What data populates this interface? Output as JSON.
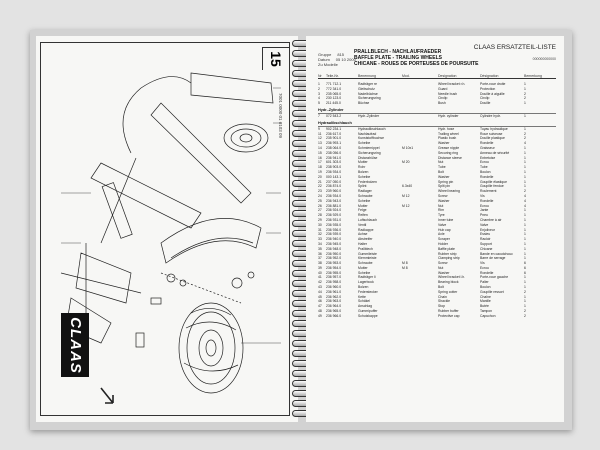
{
  "left_page": {
    "page_number": "15",
    "logo_text": "CLAAS",
    "drawing_code": "7001 0000 01 0103 09"
  },
  "right_page": {
    "title": "CLAAS ERSATZTEIL-LISTE",
    "meta": [
      {
        "label": "Gruppe",
        "value": "815"
      },
      {
        "label": "Datum",
        "value": "05 10 2000"
      },
      {
        "label": "Zu Modelle",
        "value": ""
      }
    ],
    "description": [
      "PRALLBLECH - NACHLAUFRAEDER",
      "BAFFLE PLATE - TRAILING WHEELS",
      "CHICANE - ROUES DE PORTEUSES DE POURSUITE"
    ],
    "corner_code": "000000000000",
    "columns": [
      "Nr",
      "Teile-Nr.",
      "Benennung",
      "Mod.",
      "Designation",
      "Désignation",
      "Bemerkung"
    ],
    "sections": [
      {
        "heading": "",
        "rows": [
          [
            "1",
            "771 712.1",
            "Radträger re",
            "",
            "Wheel bracket r.h.",
            "Porte-roue droite",
            "1"
          ],
          [
            "2",
            "772 341.0",
            "Gleitschutz",
            "",
            "Guard",
            "Protection",
            "1"
          ],
          [
            "3",
            "235 065.0",
            "Nadelbüchse",
            "",
            "Needle bush",
            "Douille à aiguille",
            "2"
          ],
          [
            "4",
            "230 123.0",
            "Sicherungsring",
            "",
            "Circlip",
            "Circlip",
            "2"
          ],
          [
            "5",
            "211 445.0",
            "Büchse",
            "",
            "Bush",
            "Douille",
            "1"
          ]
        ]
      },
      {
        "heading": "Hydr.-Zylinder",
        "rows": [
          [
            "7",
            "072 543.2",
            "Hydr.-Zylinder",
            "",
            "Hydr. cylinder",
            "Cylindre hydr.",
            "1"
          ]
        ]
      },
      {
        "heading": "Hydraulikschlauch",
        "rows": [
          [
            "9",
            "902 234.1",
            "Hydraulikschlauch",
            "",
            "Hydr. hose",
            "Tuyau hydraulique",
            "1"
          ],
          [
            "11",
            "236 617.0",
            "Nachlaufrad",
            "",
            "Trailing wheel",
            "Roue suiveuse",
            "2"
          ],
          [
            "12",
            "235 901.0",
            "Kunststoffbuchse",
            "",
            "Plastic bush",
            "Douille plastique",
            "2"
          ],
          [
            "13",
            "236 993.1",
            "Scheibe",
            "",
            "Washer",
            "Rondelle",
            "4"
          ],
          [
            "14",
            "238 064.0",
            "Schmiernippel",
            "M 10x1",
            "Grease nipple",
            "Graisseur",
            "1"
          ],
          [
            "15",
            "238 056.0",
            "Sicherungsring",
            "",
            "Securing ring",
            "Anneau de sécurité",
            "1"
          ],
          [
            "16",
            "236 941.0",
            "Distanzhülse",
            "",
            "Distance sleeve",
            "Entretoise",
            "1"
          ],
          [
            "17",
            "601 303.0",
            "Mutter",
            "M 20",
            "Nut",
            "Ecrou",
            "1"
          ],
          [
            "18",
            "238 903.0",
            "Rohr",
            "",
            "Tube",
            "Tube",
            "1"
          ],
          [
            "19",
            "236 934.0",
            "Bolzen",
            "",
            "Bolt",
            "Boulon",
            "1"
          ],
          [
            "20",
            "000 143.1",
            "Scheibe",
            "",
            "Washer",
            "Rondelle",
            "1"
          ],
          [
            "21",
            "237 050.0",
            "Federbolzen",
            "",
            "Spring pin",
            "Goupille élastique",
            "1"
          ],
          [
            "22",
            "236 874.0",
            "Splint",
            "6.3x40",
            "Split pin",
            "Goupille fendue",
            "1"
          ],
          [
            "23",
            "239 960.0",
            "Radlager",
            "",
            "Wheel bearing",
            "Roulement",
            "2"
          ],
          [
            "24",
            "236 934.0",
            "Schraube",
            "M 12",
            "Screw",
            "Vis",
            "4"
          ],
          [
            "25",
            "236 943.0",
            "Scheibe",
            "",
            "Washer",
            "Rondelle",
            "4"
          ],
          [
            "26",
            "236 881.0",
            "Mutter",
            "M 12",
            "Nut",
            "Ecrou",
            "4"
          ],
          [
            "27",
            "236 924.0",
            "Felge",
            "",
            "Rim",
            "Jante",
            "1"
          ],
          [
            "28",
            "236 929.0",
            "Reifen",
            "",
            "Tyre",
            "Pneu",
            "1"
          ],
          [
            "29",
            "236 931.0",
            "Luftschlauch",
            "",
            "Inner tube",
            "Chambre à air",
            "1"
          ],
          [
            "30",
            "236 935.0",
            "Ventil",
            "",
            "Valve",
            "Valve",
            "1"
          ],
          [
            "31",
            "236 936.0",
            "Radkappe",
            "",
            "Hub cap",
            "Enjoliveur",
            "1"
          ],
          [
            "32",
            "236 939.0",
            "Achse",
            "",
            "Axle",
            "Essieu",
            "1"
          ],
          [
            "33",
            "236 940.0",
            "Abstreifer",
            "",
            "Scraper",
            "Racloir",
            "1"
          ],
          [
            "34",
            "236 945.0",
            "Halter",
            "",
            "Holder",
            "Support",
            "1"
          ],
          [
            "35",
            "236 948.0",
            "Prallblech",
            "",
            "Baffle plate",
            "Chicane",
            "1"
          ],
          [
            "36",
            "236 950.0",
            "Gummileiste",
            "",
            "Rubber strip",
            "Bande en caoutchouc",
            "1"
          ],
          [
            "37",
            "236 952.0",
            "Klemmleiste",
            "",
            "Clamping strip",
            "Barre de serrage",
            "1"
          ],
          [
            "38",
            "236 953.0",
            "Schraube",
            "M 8",
            "Screw",
            "Vis",
            "6"
          ],
          [
            "39",
            "236 954.0",
            "Mutter",
            "M 8",
            "Nut",
            "Ecrou",
            "6"
          ],
          [
            "40",
            "236 955.0",
            "Scheibe",
            "",
            "Washer",
            "Rondelle",
            "6"
          ],
          [
            "41",
            "236 957.0",
            "Radträger li",
            "",
            "Wheel bracket l.h.",
            "Porte-roue gauche",
            "1"
          ],
          [
            "42",
            "236 958.0",
            "Lagerbock",
            "",
            "Bearing block",
            "Palier",
            "1"
          ],
          [
            "43",
            "236 960.0",
            "Bolzen",
            "",
            "Bolt",
            "Boulon",
            "1"
          ],
          [
            "44",
            "236 961.0",
            "Federstecker",
            "",
            "Spring cotter",
            "Goupille ressort",
            "2"
          ],
          [
            "45",
            "236 962.0",
            "Kette",
            "",
            "Chain",
            "Chaîne",
            "1"
          ],
          [
            "46",
            "236 963.0",
            "Schäkel",
            "",
            "Shackle",
            "Manille",
            "1"
          ],
          [
            "47",
            "236 964.0",
            "Anschlag",
            "",
            "Stop",
            "Butée",
            "1"
          ],
          [
            "48",
            "236 965.0",
            "Gummipuffer",
            "",
            "Rubber buffer",
            "Tampon",
            "2"
          ],
          [
            "49",
            "236 966.0",
            "Schutzkappe",
            "",
            "Protective cap",
            "Capuchon",
            "2"
          ]
        ]
      }
    ]
  }
}
